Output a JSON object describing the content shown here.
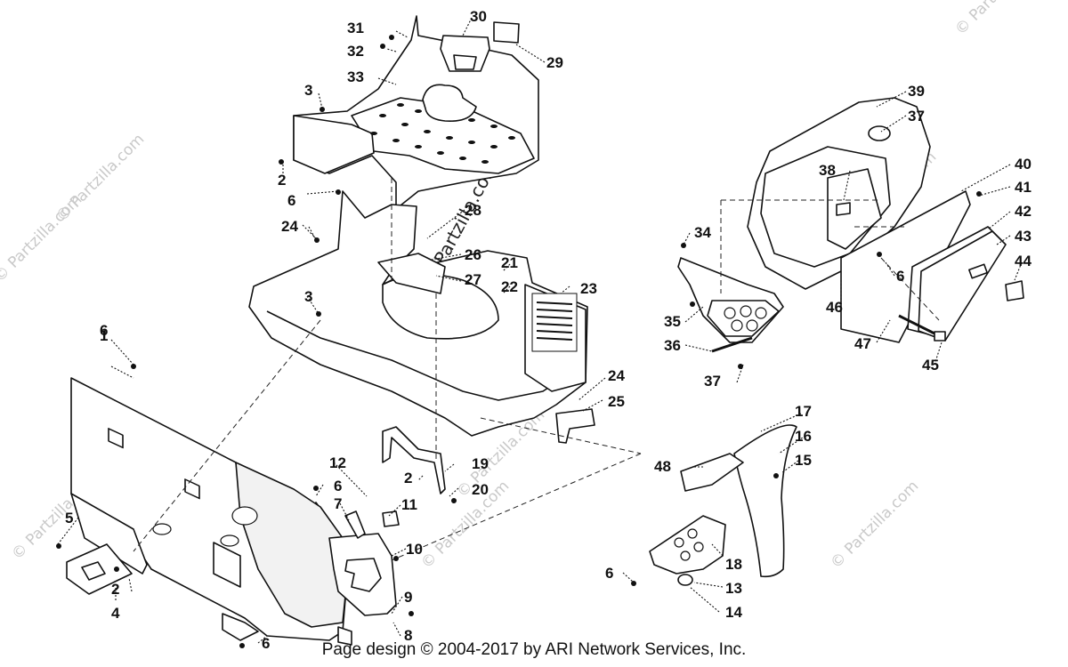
{
  "callouts": [
    {
      "id": "c1",
      "label": "1"
    },
    {
      "id": "c2a",
      "label": "2"
    },
    {
      "id": "c2b",
      "label": "2"
    },
    {
      "id": "c2c",
      "label": "2"
    },
    {
      "id": "c3a",
      "label": "3"
    },
    {
      "id": "c3b",
      "label": "3"
    },
    {
      "id": "c4",
      "label": "4"
    },
    {
      "id": "c5",
      "label": "5"
    },
    {
      "id": "c6a",
      "label": "6"
    },
    {
      "id": "c6b",
      "label": "6"
    },
    {
      "id": "c6c",
      "label": "6"
    },
    {
      "id": "c6d",
      "label": "6"
    },
    {
      "id": "c6e",
      "label": "6"
    },
    {
      "id": "c6f",
      "label": "6"
    },
    {
      "id": "c7",
      "label": "7"
    },
    {
      "id": "c8",
      "label": "8"
    },
    {
      "id": "c9",
      "label": "9"
    },
    {
      "id": "c10",
      "label": "10"
    },
    {
      "id": "c11",
      "label": "11"
    },
    {
      "id": "c12",
      "label": "12"
    },
    {
      "id": "c13",
      "label": "13"
    },
    {
      "id": "c14",
      "label": "14"
    },
    {
      "id": "c15",
      "label": "15"
    },
    {
      "id": "c16",
      "label": "16"
    },
    {
      "id": "c17",
      "label": "17"
    },
    {
      "id": "c18",
      "label": "18"
    },
    {
      "id": "c19",
      "label": "19"
    },
    {
      "id": "c20",
      "label": "20"
    },
    {
      "id": "c21",
      "label": "21"
    },
    {
      "id": "c22",
      "label": "22"
    },
    {
      "id": "c23",
      "label": "23"
    },
    {
      "id": "c24a",
      "label": "24"
    },
    {
      "id": "c24b",
      "label": "24"
    },
    {
      "id": "c25",
      "label": "25"
    },
    {
      "id": "c26",
      "label": "26"
    },
    {
      "id": "c27",
      "label": "27"
    },
    {
      "id": "c28",
      "label": "28"
    },
    {
      "id": "c29",
      "label": "29"
    },
    {
      "id": "c30",
      "label": "30"
    },
    {
      "id": "c31",
      "label": "31"
    },
    {
      "id": "c32",
      "label": "32"
    },
    {
      "id": "c33",
      "label": "33"
    },
    {
      "id": "c34",
      "label": "34"
    },
    {
      "id": "c35",
      "label": "35"
    },
    {
      "id": "c36",
      "label": "36"
    },
    {
      "id": "c37a",
      "label": "37"
    },
    {
      "id": "c37b",
      "label": "37"
    },
    {
      "id": "c38",
      "label": "38"
    },
    {
      "id": "c39",
      "label": "39"
    },
    {
      "id": "c40",
      "label": "40"
    },
    {
      "id": "c41",
      "label": "41"
    },
    {
      "id": "c42",
      "label": "42"
    },
    {
      "id": "c43",
      "label": "43"
    },
    {
      "id": "c44",
      "label": "44"
    },
    {
      "id": "c45",
      "label": "45"
    },
    {
      "id": "c46",
      "label": "46"
    },
    {
      "id": "c47",
      "label": "47"
    },
    {
      "id": "c48",
      "label": "48"
    }
  ],
  "watermark": {
    "text": "© Partzilla.com"
  },
  "footer": {
    "text": "Page design © 2004-2017 by ARI Network Services, Inc."
  }
}
